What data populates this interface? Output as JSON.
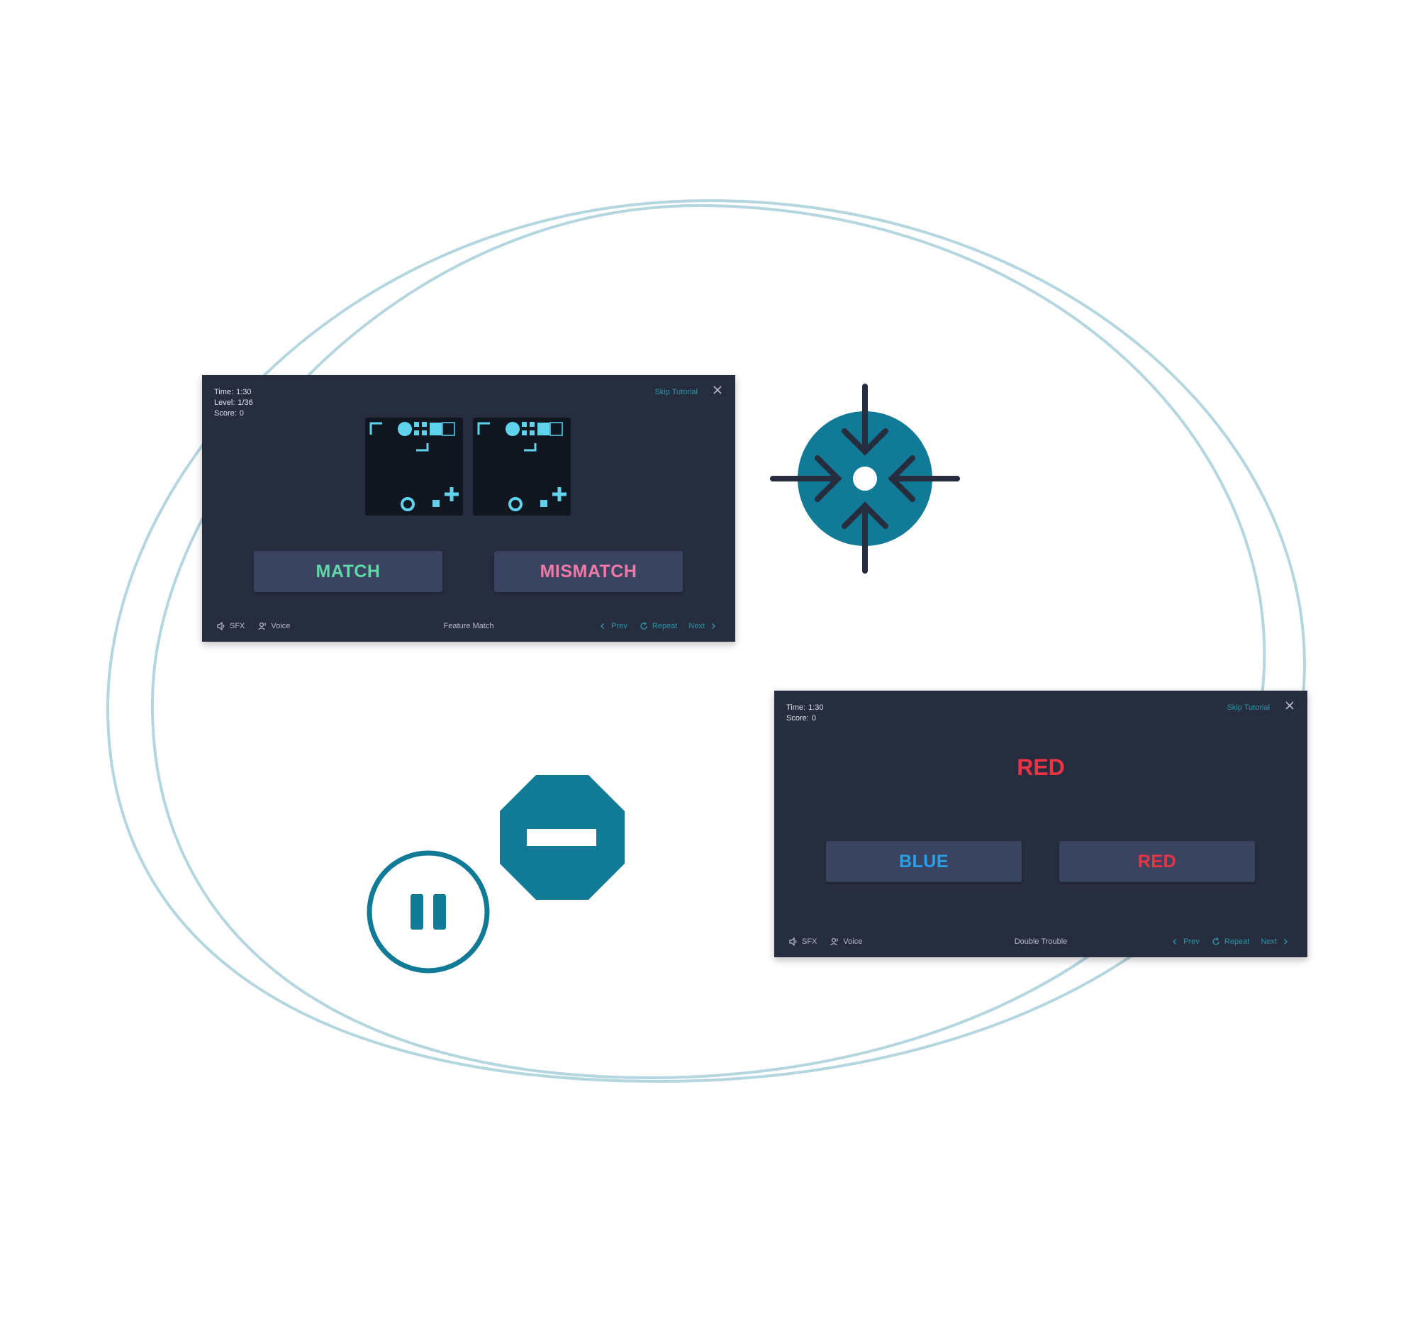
{
  "colors": {
    "panel_bg": "#262d3f",
    "accent_teal": "#117a97",
    "link_teal": "#2b97a8",
    "match_green": "#5fd8a8",
    "mismatch_pink": "#f07aa6",
    "blue_word": "#2aa0ec",
    "red_word": "#ee3344",
    "ellipse_stroke": "#b4d6df"
  },
  "feature_match": {
    "stats": [
      {
        "label": "Time:",
        "value": "1:30"
      },
      {
        "label": "Level:",
        "value": "1/36"
      },
      {
        "label": "Score:",
        "value": "0"
      }
    ],
    "skip_label": "Skip Tutorial",
    "buttons": {
      "match": "MATCH",
      "mismatch": "MISMATCH"
    },
    "footer": {
      "sfx": "SFX",
      "voice": "Voice",
      "title": "Feature Match",
      "prev": "Prev",
      "repeat": "Repeat",
      "next": "Next"
    }
  },
  "double_trouble": {
    "stats": [
      {
        "label": "Time:",
        "value": "1:30"
      },
      {
        "label": "Score:",
        "value": "0"
      }
    ],
    "skip_label": "Skip Tutorial",
    "stimulus_word": "RED",
    "buttons": {
      "left": "BLUE",
      "right": "RED"
    },
    "footer": {
      "sfx": "SFX",
      "voice": "Voice",
      "title": "Double Trouble",
      "prev": "Prev",
      "repeat": "Repeat",
      "next": "Next"
    }
  },
  "icons": [
    "focus-target-icon",
    "pause-icon",
    "stop-sign-icon",
    "close-icon",
    "speaker-icon",
    "voice-icon",
    "chevron-left-icon",
    "repeat-icon",
    "chevron-right-icon"
  ]
}
